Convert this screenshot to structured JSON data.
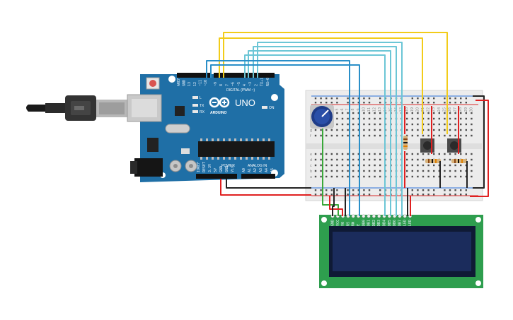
{
  "arduino": {
    "brand": "ARDUINO",
    "model": "UNO",
    "digital_label": "DIGITAL (PWM ~)",
    "power_label": "POWER",
    "analog_label": "ANALOG IN",
    "on_label": "ON",
    "led_labels": [
      "L",
      "TX",
      "RX"
    ],
    "top_pin_labels": [
      "AREF",
      "GND",
      "13",
      "12",
      "~11",
      "~10",
      "~9",
      "8",
      "7",
      "~6",
      "~5",
      "4",
      "~3",
      "2",
      "TX→1",
      "RX←0"
    ],
    "power_pin_labels": [
      "IOREF",
      "RESET",
      "3.3V",
      "5V",
      "GND",
      "GND",
      "Vin"
    ],
    "analog_pin_labels": [
      "A0",
      "A1",
      "A2",
      "A3",
      "A4",
      "A5"
    ]
  },
  "breadboard": {
    "row_letters_top": [
      "j",
      "i",
      "h",
      "g",
      "f"
    ],
    "row_letters_bottom": [
      "e",
      "d",
      "c",
      "b",
      "a"
    ],
    "column_numbers": [
      "1",
      "2",
      "3",
      "4",
      "5",
      "6",
      "7",
      "8",
      "9",
      "10",
      "11",
      "12",
      "13",
      "14",
      "15",
      "16",
      "17",
      "18",
      "19",
      "20",
      "21",
      "22",
      "23",
      "24",
      "25",
      "26",
      "27",
      "28",
      "29",
      "30"
    ]
  },
  "lcd": {
    "pin_labels": [
      "GND",
      "VCC",
      "V0",
      "RS",
      "RW",
      "E",
      "DB0",
      "DB1",
      "DB2",
      "DB3",
      "DB4",
      "DB5",
      "DB6",
      "DB7",
      "LED",
      "LED"
    ]
  },
  "colors": {
    "arduino_board": "#1f6fa6",
    "breadboard": "#ececec",
    "lcd_board": "#2e9e4e",
    "lcd_screen": "#1b2c5c",
    "wire_yellow": "#f2cc1a",
    "wire_blue": "#2a8fc8",
    "wire_cyan": "#6cc6d6",
    "wire_red": "#e02020",
    "wire_black": "#222222",
    "wire_green": "#3aa83a"
  }
}
